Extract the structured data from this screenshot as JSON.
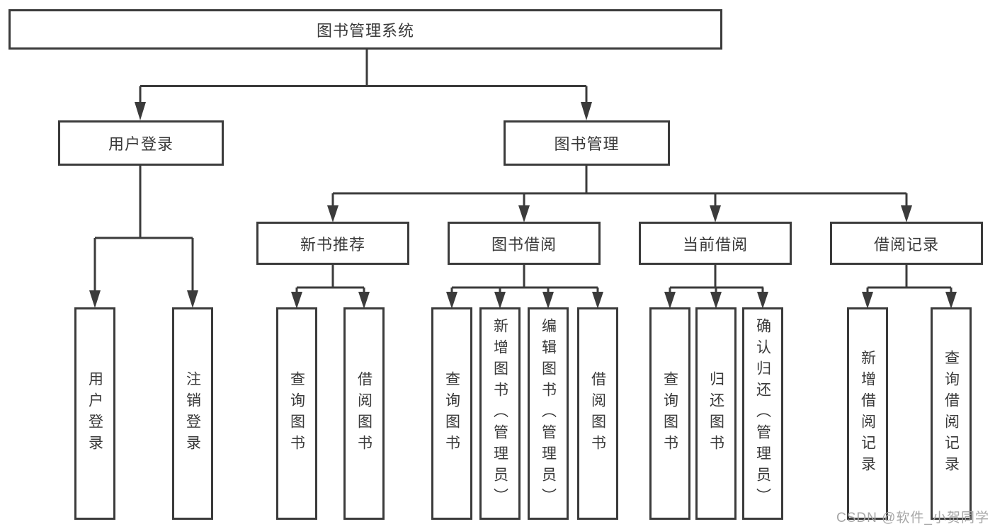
{
  "colors": {
    "line": "#3b3b3b",
    "text": "#3a3a3a",
    "watermark": "#a6a6a6",
    "background": "#ffffff"
  },
  "watermark": "CSDN @软件_小贺同学",
  "tree": {
    "root": {
      "label": "图书管理系统"
    },
    "branches": [
      {
        "label": "用户登录",
        "children": [
          {
            "label": "用户登录"
          },
          {
            "label": "注销登录"
          }
        ]
      },
      {
        "label": "图书管理",
        "children": [
          {
            "label": "新书推荐",
            "children": [
              {
                "label": "查询图书"
              },
              {
                "label": "借阅图书"
              }
            ]
          },
          {
            "label": "图书借阅",
            "children": [
              {
                "label": "查询图书"
              },
              {
                "label": "新增图书（管理员）"
              },
              {
                "label": "编辑图书（管理员）"
              },
              {
                "label": "借阅图书"
              }
            ]
          },
          {
            "label": "当前借阅",
            "children": [
              {
                "label": "查询图书"
              },
              {
                "label": "归还图书"
              },
              {
                "label": "确认归还（管理员）"
              }
            ]
          },
          {
            "label": "借阅记录",
            "children": [
              {
                "label": "新增借阅记录"
              },
              {
                "label": "查询借阅记录"
              }
            ]
          }
        ]
      }
    ]
  }
}
